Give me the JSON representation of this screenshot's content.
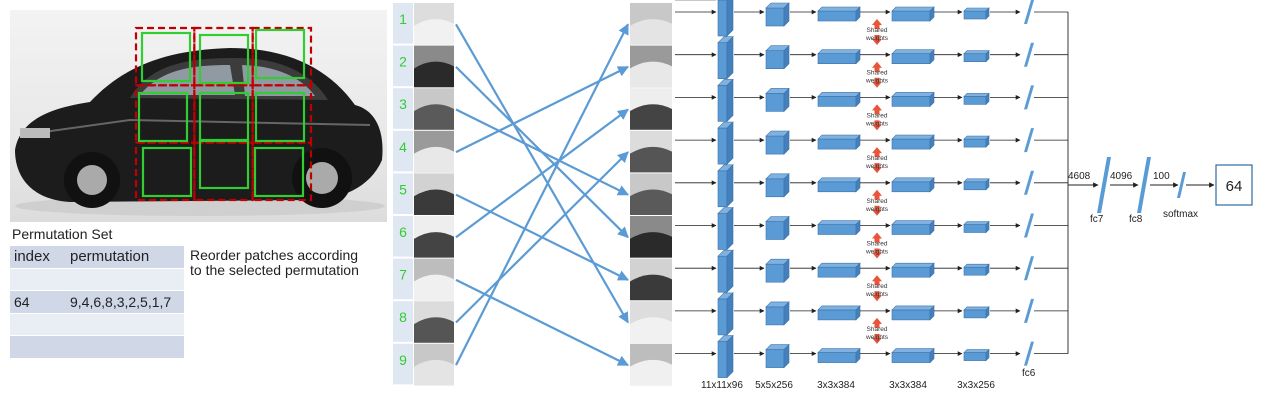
{
  "permutation_table": {
    "title": "Permutation Set",
    "headers": [
      "index",
      "permutation"
    ],
    "rows": [
      {
        "index": "",
        "permutation": ""
      },
      {
        "index": "64",
        "permutation": "9,4,6,8,3,2,5,1,7"
      },
      {
        "index": "",
        "permutation": ""
      },
      {
        "index": "",
        "permutation": ""
      }
    ]
  },
  "reorder_text": "Reorder patches according to the selected permutation",
  "patch_numbers": [
    "1",
    "2",
    "3",
    "4",
    "5",
    "6",
    "7",
    "8",
    "9"
  ],
  "permutation": [
    9,
    4,
    6,
    8,
    3,
    2,
    5,
    1,
    7
  ],
  "shared_weights_label": "Shared weights",
  "layer_labels": [
    "11x11x96",
    "5x5x256",
    "3x3x384",
    "3x3x384",
    "3x3x256",
    "fc6"
  ],
  "fc_labels": {
    "fc7": "fc7",
    "fc8": "fc8",
    "softmax": "softmax"
  },
  "fc_dims": {
    "d1": "4608",
    "d2": "4096",
    "d3": "100"
  },
  "output_value": "64",
  "colors": {
    "grid_red": "#c00000",
    "grid_green": "#33cc33",
    "block_blue": "#5b9bd5",
    "arrow_blue": "#5b9bd5",
    "shared_red": "#e8553a",
    "number_green": "#33cc33"
  }
}
